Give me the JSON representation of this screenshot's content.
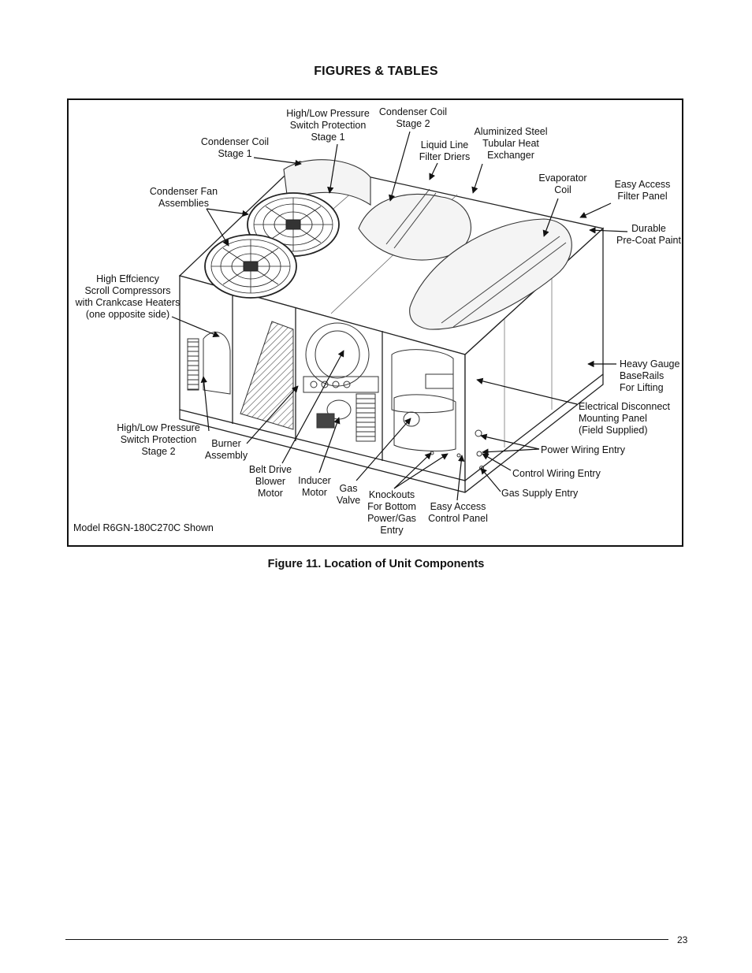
{
  "section_title": "FIGURES & TABLES",
  "figure": {
    "caption": "Figure 11. Location of Unit Components",
    "model_note": "Model R6GN-180C270C Shown",
    "labels": {
      "condenser_coil_stage1": "Condenser Coil\nStage 1",
      "hl_pressure_stage1": "High/Low Pressure\nSwitch Protection\nStage 1",
      "condenser_coil_stage2": "Condenser Coil\nStage 2",
      "liquid_line": "Liquid Line\nFilter Driers",
      "aluminized_steel": "Aluminized Steel\nTubular Heat\nExchanger",
      "evaporator_coil": "Evaporator\nCoil",
      "easy_access_filter": "Easy Access\nFilter Panel",
      "condenser_fan": "Condenser Fan\nAssemblies",
      "durable_paint": "Durable\nPre-Coat Paint",
      "scroll_compressors": "High Effciency\nScroll Compressors\nwith Crankcase Heaters\n(one opposite side)",
      "base_rails": "Heavy Gauge\nBaseRails\nFor Lifting",
      "electrical_disconnect": "Electrical Disconnect\nMounting Panel\n(Field Supplied)",
      "hl_pressure_stage2": "High/Low Pressure\nSwitch Protection\nStage 2",
      "burner_assembly": "Burner\nAssembly",
      "power_wiring": "Power Wiring Entry",
      "belt_drive": "Belt Drive\nBlower\nMotor",
      "inducer_motor": "Inducer\nMotor",
      "gas_valve": "Gas\nValve",
      "knockouts": "Knockouts\nFor Bottom\nPower/Gas\nEntry",
      "control_wiring": "Control Wiring Entry",
      "easy_access_control": "Easy Access\nControl Panel",
      "gas_supply": "Gas Supply Entry"
    }
  },
  "page_number": "23"
}
